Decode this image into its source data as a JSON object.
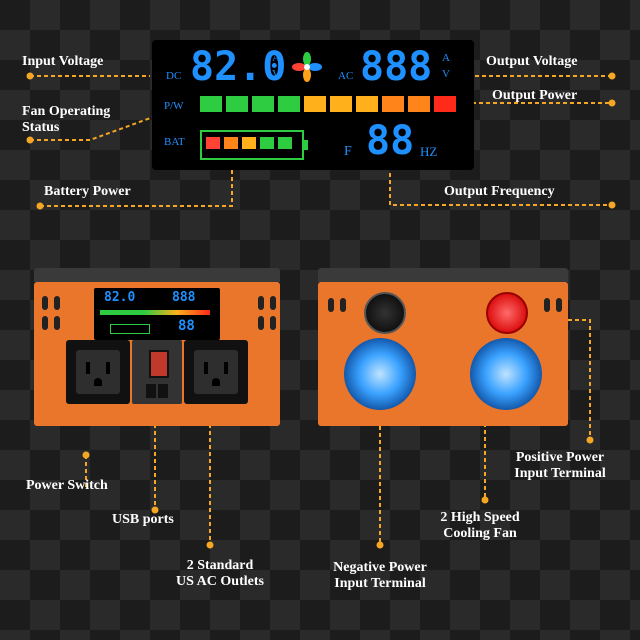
{
  "labels": {
    "input_voltage": "Input Voltage",
    "output_voltage": "Output Voltage",
    "fan_status_1": "Fan Operating",
    "fan_status_2": "Status",
    "output_power": "Output Power",
    "battery_power": "Battery Power",
    "output_frequency": "Output Frequency",
    "power_switch": "Power Switch",
    "usb_ports": "USB ports",
    "ac_outlets_1": "2 Standard",
    "ac_outlets_2": "US AC Outlets",
    "negative_terminal_1": "Negative Power",
    "negative_terminal_2": "Input Terminal",
    "positive_terminal_1": "Positive Power",
    "positive_terminal_2": "Input Terminal",
    "cooling_fan_1": "2 High Speed",
    "cooling_fan_2": "Cooling Fan"
  },
  "display": {
    "dc_label": "DC",
    "input_value": "82.0",
    "ac_label": "AC",
    "output_value": "888",
    "unit_a": "A",
    "unit_v": "V",
    "pw_label": "P/W",
    "bat_label": "BAT",
    "freq_label": "F",
    "freq_value": "88",
    "freq_unit": "HZ"
  },
  "colors": {
    "accent_line": "#f5a623",
    "lcd_blue": "#1e90ff",
    "housing": "#e9762a"
  }
}
